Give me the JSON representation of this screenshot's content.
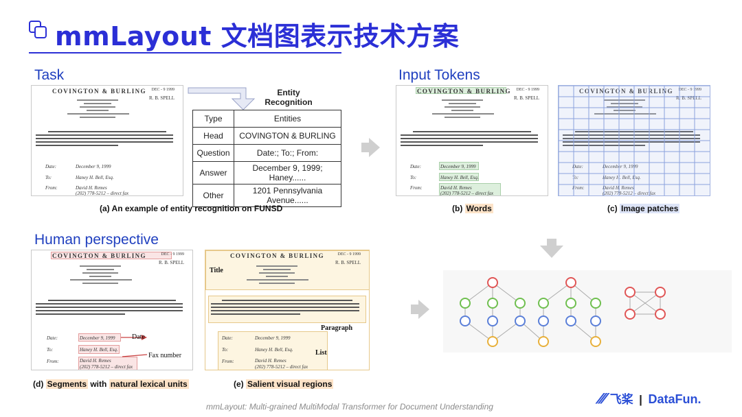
{
  "header": {
    "title": "mmLayout 文档图表示技术方案"
  },
  "sections": {
    "task": "Task",
    "input_tokens": "Input Tokens",
    "human_perspective": "Human perspective"
  },
  "document": {
    "firm": "COVINGTON & BURLING",
    "date_stamp": "DEC - 9 1999",
    "initials": "R. B. SPELL",
    "date_label": "Date:",
    "date_value": "December 9, 1999",
    "to_label": "To:",
    "to_value": "Haney H. Bell, Esq.",
    "from_label": "From:",
    "from_value": "David H. Remes",
    "from_value2": "(202) 778-5212 – direct fax"
  },
  "entity_recognition": {
    "title_line1": "Entity",
    "title_line2": "Recognition",
    "columns": [
      "Type",
      "Entities"
    ],
    "rows": [
      {
        "type": "Head",
        "entities": "COVINGTON & BURLING"
      },
      {
        "type": "Question",
        "entities": "Date:; To:; From:"
      },
      {
        "type": "Answer",
        "entities": "December 9, 1999; Haney......"
      },
      {
        "type": "Other",
        "entities": "1201 Pennsylvania Avenue......"
      }
    ]
  },
  "captions": {
    "a": "(a) An example of entity recognition on FUNSD",
    "b_prefix": "(b) ",
    "b_hl": "Words",
    "c_prefix": "(c) ",
    "c_hl": "Image patches",
    "d_prefix": "(d) ",
    "d_hl1": "Segments",
    "d_mid": " with ",
    "d_hl2": "natural lexical units",
    "e_prefix": "(e) ",
    "e_hl": "Salient visual regions"
  },
  "annotations": {
    "date": "Date",
    "fax_number": "Fax number",
    "title": "Title",
    "paragraph": "Paragraph",
    "list": "List"
  },
  "footer": {
    "citation": "mmLayout: Multi-grained MultiModal Transformer for Document Understanding",
    "logo_brand1": "飞桨",
    "logo_sep": "|",
    "logo_brand2": "DataFun."
  },
  "colors": {
    "title_blue": "#2b2fd6",
    "node_red": "#e05555",
    "node_green": "#6fbf4f",
    "node_blue": "#5a7fd8",
    "node_yellow": "#e8b03a",
    "edge_gray": "#aaaaaa"
  }
}
